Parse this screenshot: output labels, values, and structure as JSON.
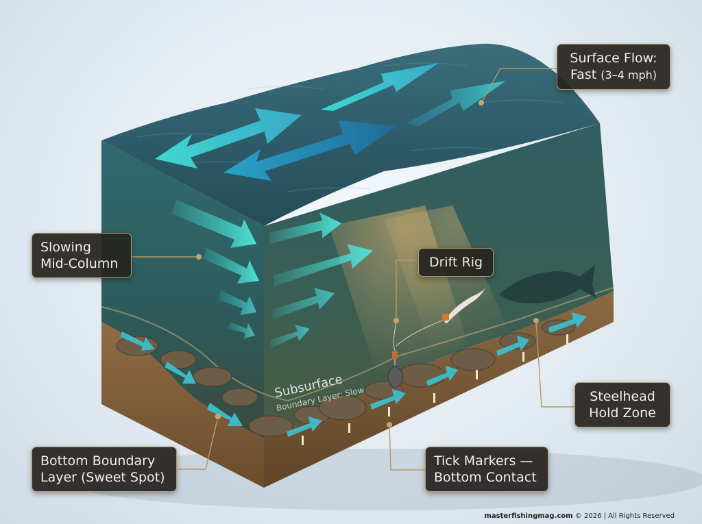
{
  "labels": {
    "surface_flow": {
      "line1": "Surface Flow:",
      "line2_main": "Fast",
      "line2_detail": "(3–4 mph)"
    },
    "slowing_mid": {
      "line1": "Slowing",
      "line2": "Mid-Column"
    },
    "drift_rig": {
      "text": "Drift Rig"
    },
    "steelhead": {
      "line1": "Steelhead",
      "line2": "Hold Zone"
    },
    "bottom_boundary": {
      "line1": "Bottom Boundary",
      "line2": "Layer (Sweet Spot)"
    },
    "tick_markers": {
      "line1": "Tick Markers —",
      "line2": "Bottom Contact"
    }
  },
  "subsurface": {
    "title": "Subsurface",
    "subtitle": "Boundary Layer: Slow"
  },
  "footer": {
    "site": "masterfishingmag.com",
    "rights": "© 2026 | All Rights Reserved"
  },
  "colors": {
    "water_top": "#2d5d6c",
    "water_front": "#2f6668",
    "water_side": "#2a5656",
    "sediment": "#8a6a44",
    "arrow_light": "#4fe0d4",
    "arrow_blue": "#2a9ec4",
    "label_bg": "#262420",
    "label_border": "#b59a66"
  }
}
